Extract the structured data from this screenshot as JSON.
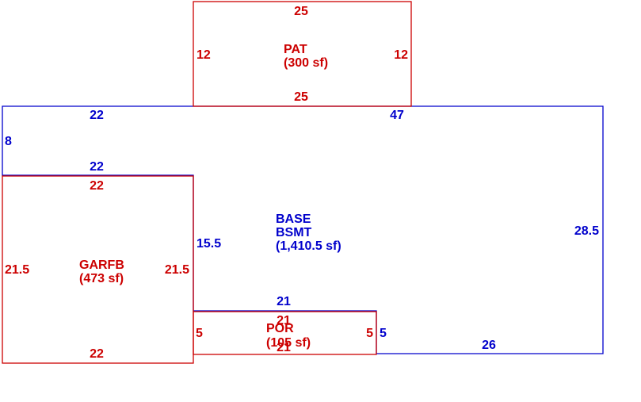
{
  "colors": {
    "blue": "#0000cc",
    "red": "#cc0000",
    "background": "#ffffff"
  },
  "patio": {
    "name": "PAT",
    "area": "(300 sf)",
    "dim_top": "25",
    "dim_bottom": "25",
    "dim_left": "12",
    "dim_right": "12"
  },
  "base": {
    "name_line1": "BASE",
    "name_line2": "BSMT",
    "area": "(1,410.5 sf)",
    "dim_top_left": "22",
    "dim_top_right": "47",
    "dim_left_step": "8",
    "dim_step_top": "22",
    "dim_inner_left": "15.5",
    "dim_right": "28.5",
    "dim_porch_top": "21",
    "dim_porch_right": "5",
    "dim_bottom": "26"
  },
  "garage": {
    "name": "GARFB",
    "area": "(473 sf)",
    "dim_top": "22",
    "dim_bottom": "22",
    "dim_left": "21.5",
    "dim_right": "21.5"
  },
  "porch": {
    "name": "POR",
    "area": "(105 sf)",
    "dim_top": "21",
    "dim_bottom": "21",
    "dim_left": "5",
    "dim_right": "5"
  }
}
